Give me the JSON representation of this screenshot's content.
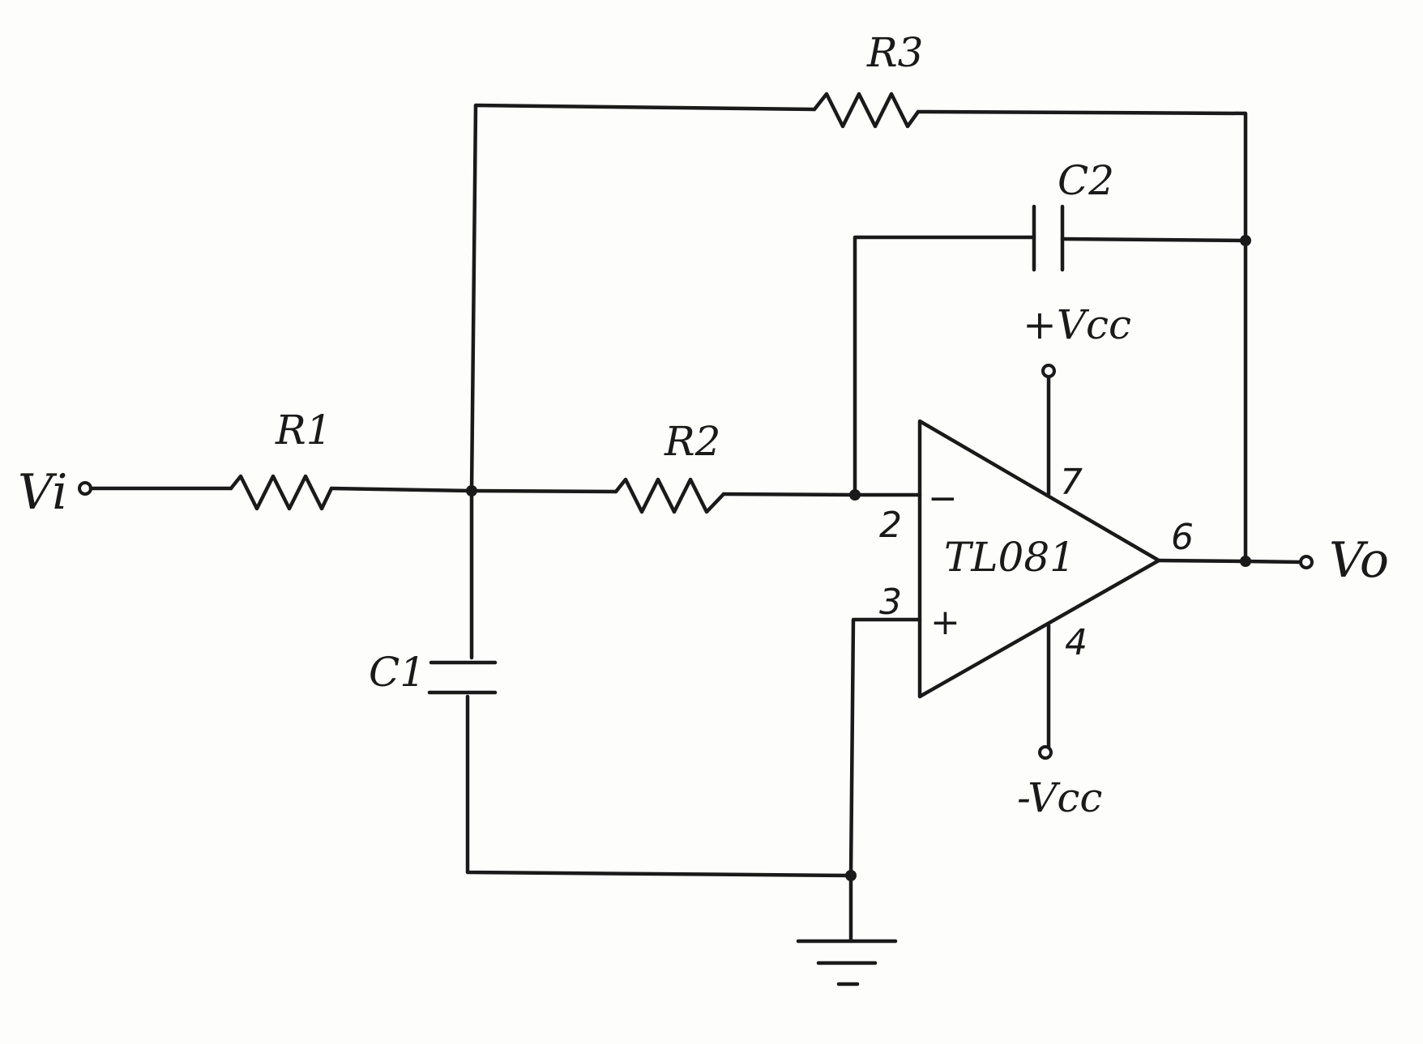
{
  "labels": {
    "vi": "Vi",
    "vo": "Vo",
    "r1": "R1",
    "r2": "R2",
    "r3": "R3",
    "c1": "C1",
    "c2": "C2",
    "opamp": "TL081",
    "vcc_pos": "+Vcc",
    "vcc_neg": "-Vcc",
    "inv_sign": "−",
    "noninv_sign": "+"
  },
  "pins": {
    "inverting": "2",
    "noninverting": "3",
    "output": "6",
    "vplus": "7",
    "vminus": "4"
  },
  "colors": {
    "ink": "#1a1a1a",
    "paper": "#fdfdfc"
  }
}
